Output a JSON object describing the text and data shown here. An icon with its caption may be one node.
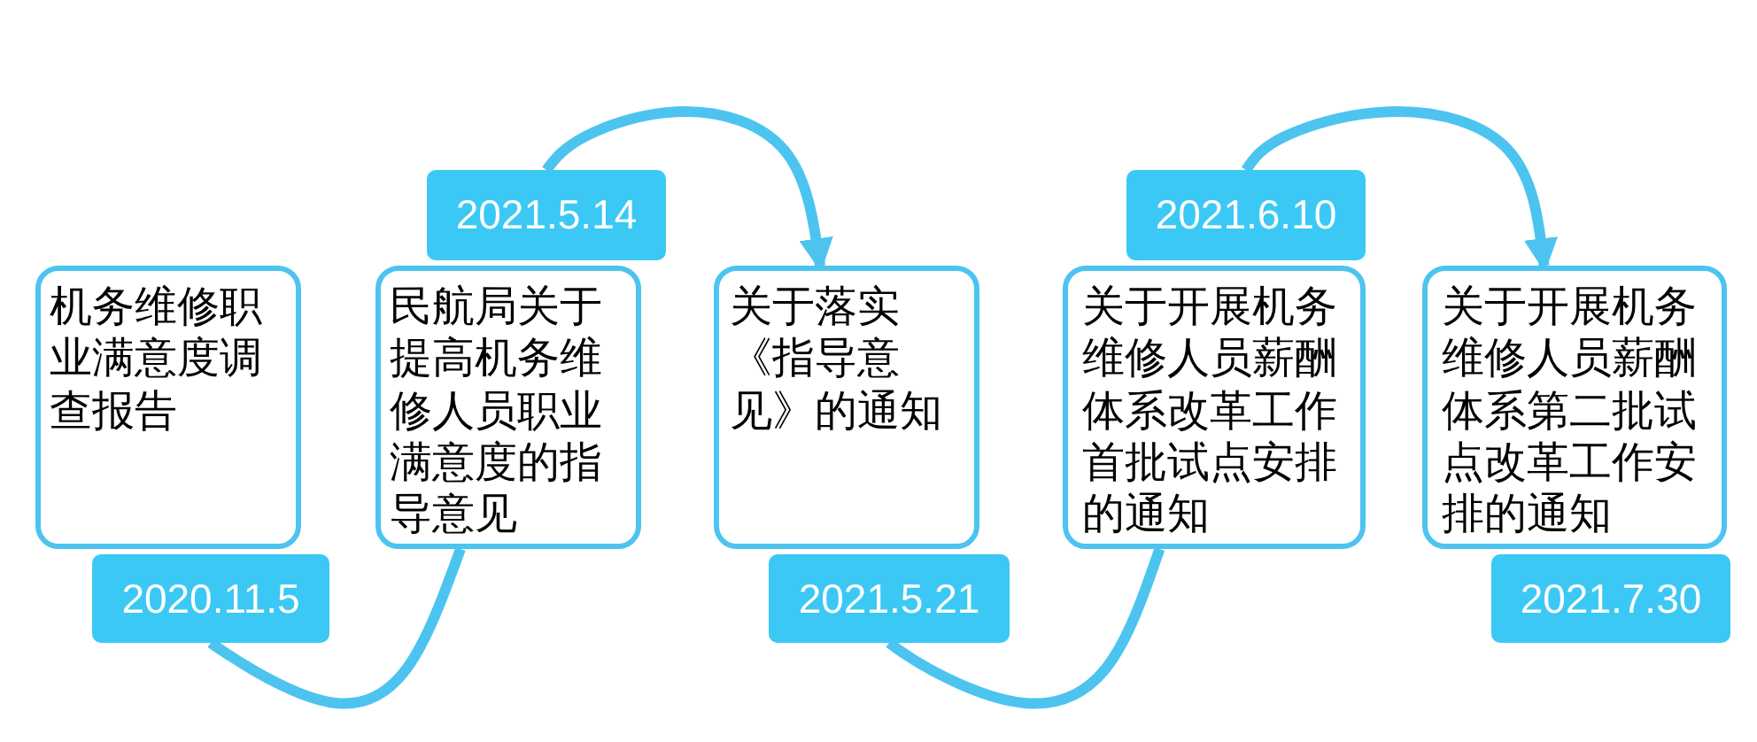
{
  "diagram": {
    "nodes": [
      {
        "text": [
          "机务维修职业满意度调查报告"
        ]
      },
      {
        "text": [
          "2020.11.5"
        ]
      },
      {
        "text": [
          "民航局关于提高机务维修人员职业满意度的指导意见"
        ]
      },
      {
        "text": [
          "2021.5.14"
        ]
      },
      {
        "text": [
          "关于落实《指导意见》的通知"
        ]
      },
      {
        "text": [
          "2021.5.21"
        ]
      },
      {
        "text": [
          "关于开展机务维修人员薪酬体系改革工作首批试点安排的通知"
        ]
      },
      {
        "text": [
          "2021.6.10"
        ]
      },
      {
        "text": [
          "关于开展机务维修人员薪酬体系第二批试点改革工作安排的通知"
        ]
      },
      {
        "text": [
          "2021.7.30"
        ]
      }
    ],
    "edges": [
      {
        "from": 1,
        "to": 2,
        "arrow": "none"
      },
      {
        "from": 3,
        "to": 4,
        "arrow": "to"
      },
      {
        "from": 5,
        "to": 6,
        "arrow": "none"
      },
      {
        "from": 7,
        "to": 8,
        "arrow": "to"
      }
    ]
  }
}
